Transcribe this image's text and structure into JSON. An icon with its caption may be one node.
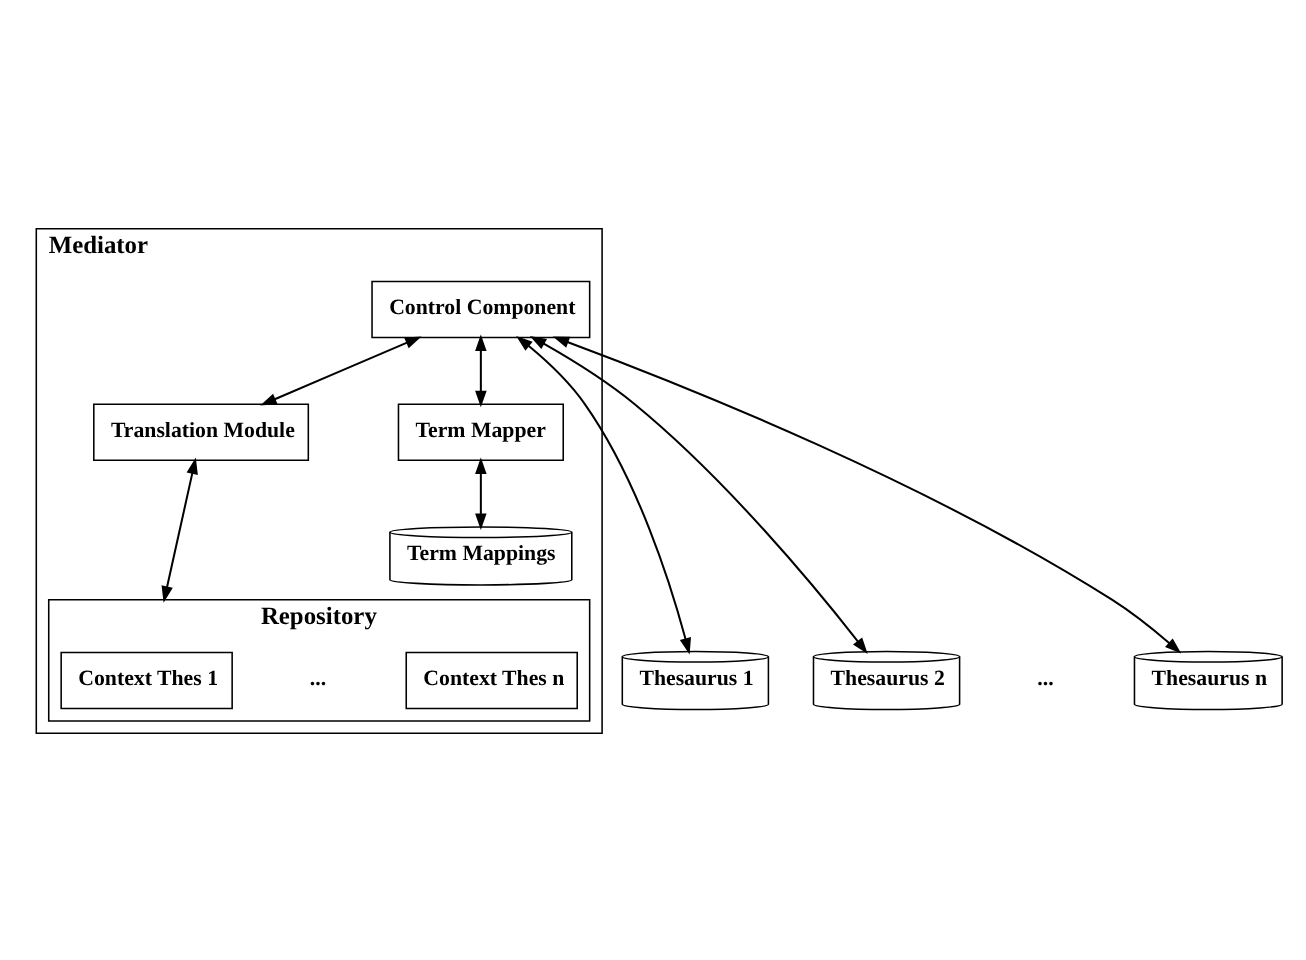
{
  "diagram": {
    "nodes": [
      {
        "text": [
          "Mediator"
        ]
      },
      {
        "text": [
          "Control Component"
        ],
        "in": 0
      },
      {
        "text": [
          "Translation Module"
        ],
        "in": 0
      },
      {
        "text": [
          "Repository"
        ],
        "in": 0
      },
      {
        "text": [
          "Context Thes 1"
        ],
        "in": 3
      },
      {
        "text": [
          "Context Thes n"
        ],
        "in": 3
      },
      {
        "text": [
          "Term Mapper"
        ],
        "in": 0
      },
      {
        "text": [
          "Term Mappings"
        ],
        "in": 0
      },
      {
        "text": [
          "Thesaurus 1"
        ]
      },
      {
        "text": [
          "Thesaurus 2"
        ]
      },
      {
        "text": [
          "Thesaurus n"
        ]
      }
    ],
    "edges": [
      {
        "from": 1,
        "to": 2,
        "arrow": "both"
      },
      {
        "from": 2,
        "to": 3,
        "arrow": "both"
      },
      {
        "from": 1,
        "to": 6,
        "arrow": "both"
      },
      {
        "from": 6,
        "to": 7,
        "arrow": "both"
      },
      {
        "from": 1,
        "to": 8,
        "arrow": "both"
      },
      {
        "from": 1,
        "to": 9,
        "arrow": "both"
      },
      {
        "from": 1,
        "to": 10,
        "arrow": "both"
      }
    ],
    "labels": [
      "...",
      "..."
    ]
  }
}
